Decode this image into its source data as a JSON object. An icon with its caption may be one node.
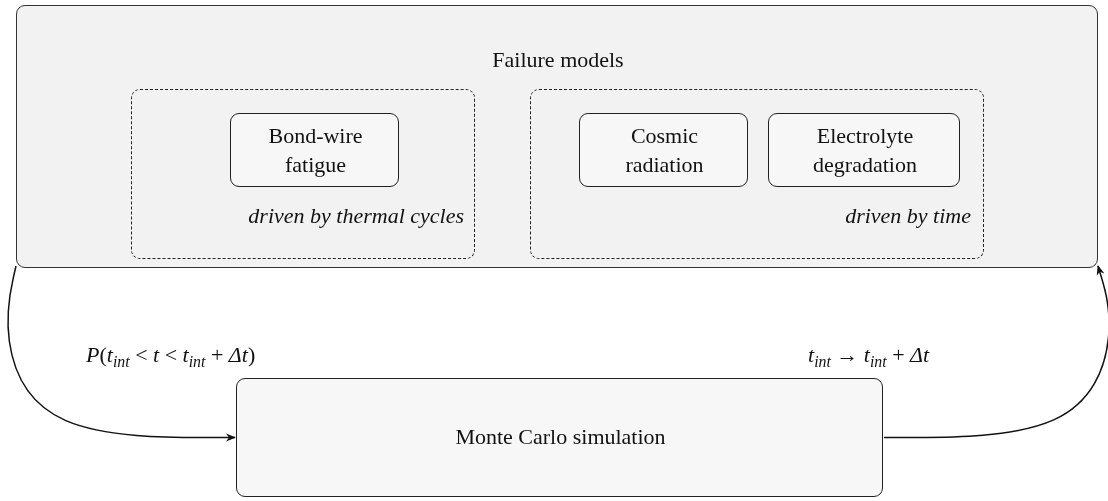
{
  "diagram": {
    "nodes": [
      {
        "text": [
          "Failure models"
        ]
      },
      {
        "text": [
          "driven by thermal cycles"
        ],
        "in": 0
      },
      {
        "text": [
          "Bond-wire fatigue"
        ],
        "in": 1
      },
      {
        "text": [
          "driven by time"
        ],
        "in": 0
      },
      {
        "text": [
          "Cosmic radiation"
        ],
        "in": 3
      },
      {
        "text": [
          "Electrolyte degradation"
        ],
        "in": 3
      },
      {
        "text": [
          "Monte Carlo simulation"
        ]
      }
    ],
    "edges": [
      {
        "from": 0,
        "to": 6,
        "arrow": "to",
        "label": "*P*(*t*$_{int}$ < *t* < *t*$_{int}$ + *Δt*)"
      },
      {
        "from": 6,
        "to": 0,
        "arrow": "to",
        "label": "*t*$_{int}$ → *t*$_{int}$ + *Δt*"
      }
    ]
  }
}
